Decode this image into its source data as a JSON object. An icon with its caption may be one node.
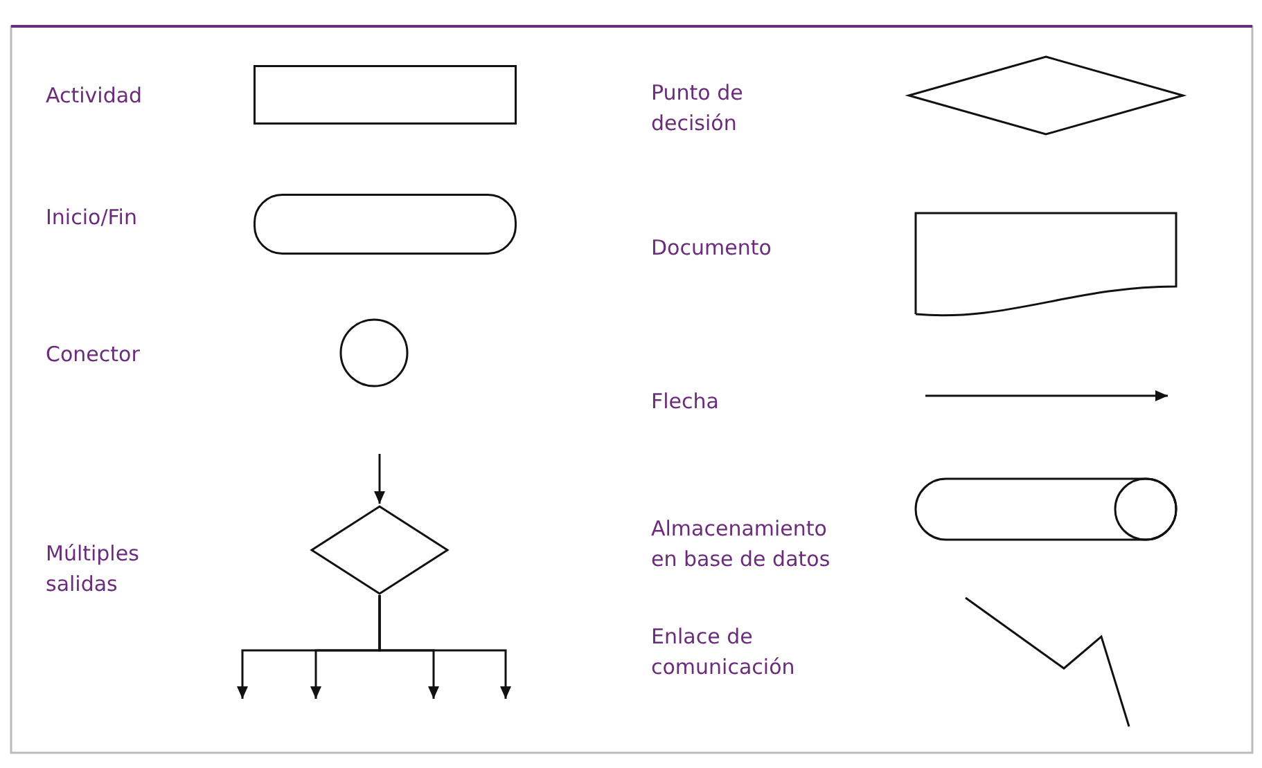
{
  "diagram": {
    "nodes": [
      {
        "text": [],
        "shape": "box"
      },
      {
        "text": [],
        "shape": "diamond"
      },
      {
        "text": [],
        "shape": "terminator"
      },
      {
        "text": [],
        "shape": "document"
      },
      {
        "text": [],
        "shape": "circle"
      },
      {
        "text": [],
        "shape": "diamond"
      },
      {
        "text": [],
        "shape": "cylinder"
      }
    ],
    "edges": [
      {
        "from": null,
        "to": 5,
        "arrow": "to"
      },
      {
        "from": 5,
        "to": null,
        "arrow": "to"
      },
      {
        "from": 5,
        "to": null,
        "arrow": "to"
      },
      {
        "from": 5,
        "to": null,
        "arrow": "to"
      },
      {
        "from": 5,
        "to": null,
        "arrow": "to"
      }
    ],
    "labels": [
      "Actividad",
      "Punto de decisión",
      "Inicio/Fin",
      "Documento",
      "Conector",
      "Flecha",
      "Almacenamiento en base de datos",
      "Múltiples salidas",
      "Enlace de comunicación"
    ]
  }
}
